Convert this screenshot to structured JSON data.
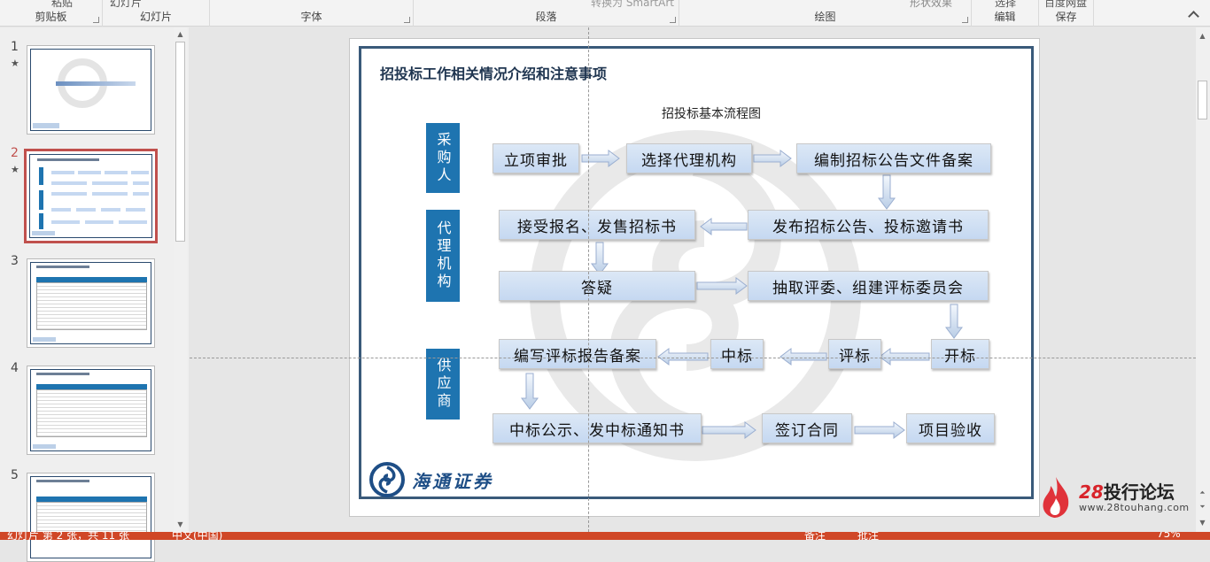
{
  "ribbon": {
    "groups": [
      {
        "label": "剪贴板",
        "cut": "粘贴"
      },
      {
        "label": "幻灯片",
        "cut": "幻灯片"
      },
      {
        "label": "字体",
        "cut": ""
      },
      {
        "label": "段落",
        "cut": "转换为 SmartArt"
      },
      {
        "label": "绘图",
        "cut": "形状效果"
      },
      {
        "label": "编辑",
        "cut": "选择"
      },
      {
        "label": "保存",
        "cut": "百度网盘"
      }
    ]
  },
  "thumbnails": [
    {
      "number": "1",
      "star": "★"
    },
    {
      "number": "2",
      "star": "★"
    },
    {
      "number": "3",
      "star": ""
    },
    {
      "number": "4",
      "star": ""
    },
    {
      "number": "5",
      "star": ""
    }
  ],
  "slide": {
    "title": "招投标工作相关情况介绍和注意事项",
    "flow_title": "招投标基本流程图",
    "roles": [
      "采购人",
      "代理机构",
      "供应商"
    ],
    "steps": {
      "s1": "立项审批",
      "s2": "选择代理机构",
      "s3": "编制招标公告文件备案",
      "s4": "发布招标公告、投标邀请书",
      "s5": "接受报名、发售招标书",
      "s6": "答疑",
      "s7": "抽取评委、组建评标委员会",
      "s8": "开标",
      "s9": "评标",
      "s10": "中标",
      "s11": "编写评标报告备案",
      "s12": "中标公示、发中标通知书",
      "s13": "签订合同",
      "s14": "项目验收"
    },
    "logo_text": "海通证券"
  },
  "watermark": {
    "number": "28",
    "text": "投行论坛",
    "url": "www.28touhang.com"
  },
  "status": {
    "slide_info": "幻灯片 第 2 张，共 11 张",
    "language": "中文(中国)",
    "notes": "备注",
    "comments": "批注",
    "zoom": "75%"
  },
  "colors": {
    "accent": "#d04727",
    "role_blue": "#1e74b0",
    "frame": "#3a5a7a",
    "box_fill": "#c5d8f1"
  }
}
